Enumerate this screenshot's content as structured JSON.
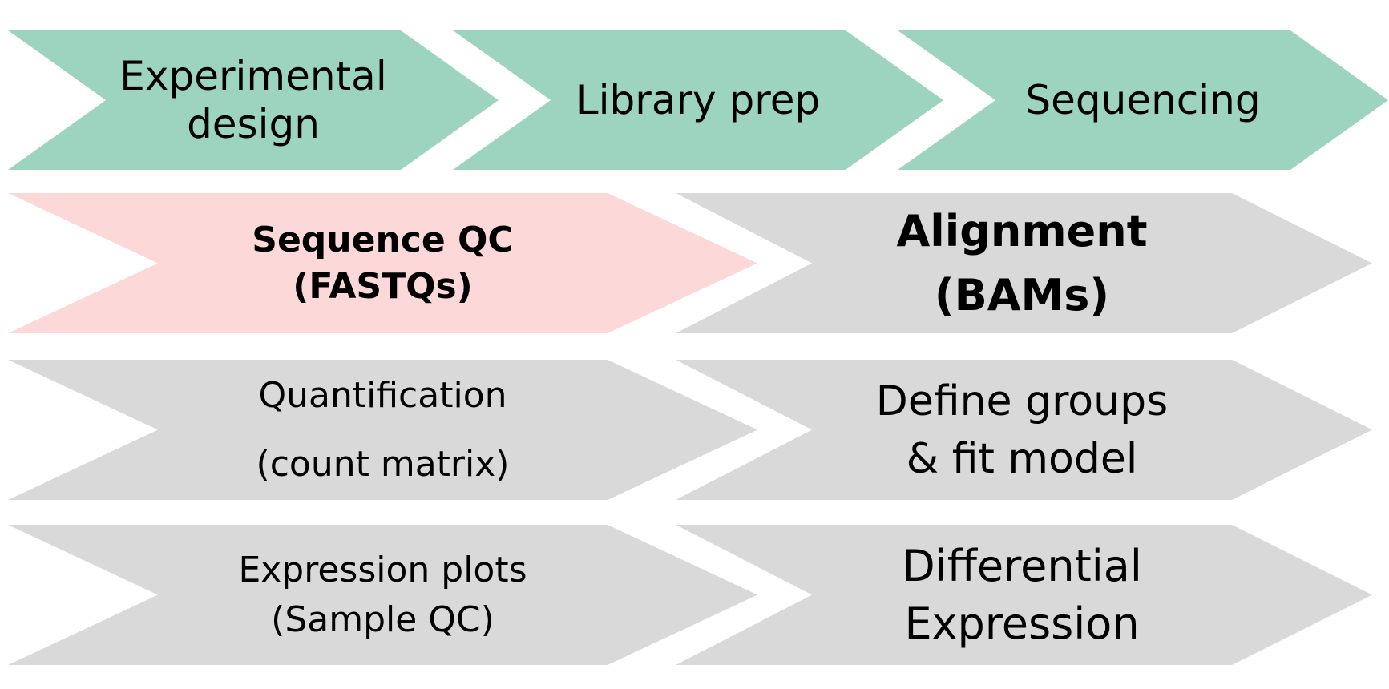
{
  "colors": {
    "green": "#9dd4bf",
    "pink": "#fdd8d8",
    "gray": "#d9d9d9",
    "text": "#000000"
  },
  "steps": [
    {
      "id": "experimental-design",
      "lines": [
        "Experimental",
        "design"
      ],
      "color": "green",
      "bold": false,
      "highlighted": false
    },
    {
      "id": "library-prep",
      "lines": [
        "Library prep"
      ],
      "color": "green",
      "bold": false,
      "highlighted": false
    },
    {
      "id": "sequencing",
      "lines": [
        "Sequencing"
      ],
      "color": "green",
      "bold": false,
      "highlighted": false
    },
    {
      "id": "sequence-qc",
      "lines": [
        "Sequence QC",
        "(FASTQs)"
      ],
      "color": "pink",
      "bold": true,
      "highlighted": true
    },
    {
      "id": "alignment",
      "lines": [
        "Alignment",
        "(BAMs)"
      ],
      "color": "gray",
      "bold": true,
      "highlighted": false
    },
    {
      "id": "quantification",
      "lines": [
        "Quantification",
        "(count matrix)"
      ],
      "color": "gray",
      "bold": false,
      "highlighted": false
    },
    {
      "id": "define-groups",
      "lines": [
        "Define groups",
        "& fit model"
      ],
      "color": "gray",
      "bold": false,
      "highlighted": false
    },
    {
      "id": "expression-plots",
      "lines": [
        "Expression plots",
        "(Sample QC)"
      ],
      "color": "gray",
      "bold": false,
      "highlighted": false
    },
    {
      "id": "differential-expression",
      "lines": [
        "Differential",
        "Expression"
      ],
      "color": "gray",
      "bold": false,
      "highlighted": false
    }
  ]
}
